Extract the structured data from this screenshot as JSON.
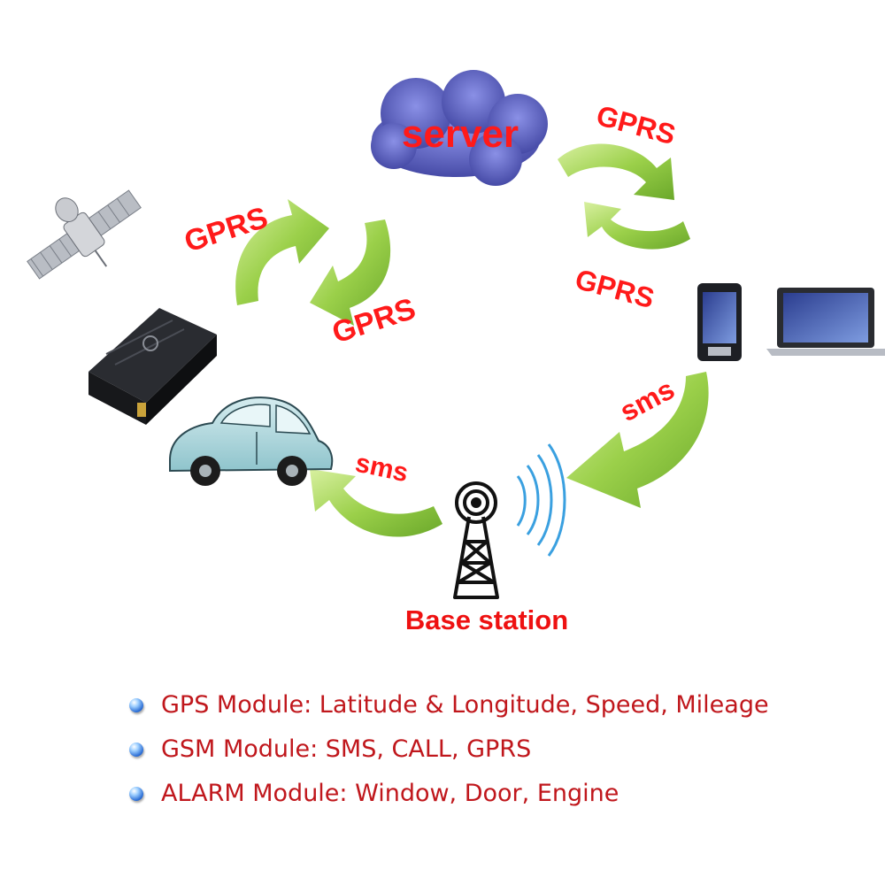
{
  "diagram": {
    "server_label": "server",
    "base_station_label": "Base station",
    "gprs_labels": [
      "GPRS",
      "GPRS",
      "GPRS",
      "GPRS"
    ],
    "sms_labels": [
      "sms",
      "sms"
    ],
    "icons": [
      "satellite-icon",
      "cloud-icon",
      "gps-tracker-device-icon",
      "car-icon",
      "phone-icon",
      "laptop-icon",
      "radio-tower-icon",
      "signal-waves-icon"
    ]
  },
  "features": [
    {
      "text": "GPS Module: Latitude & Longitude, Speed, Mileage"
    },
    {
      "text": "GSM Module: SMS, CALL, GPRS"
    },
    {
      "text": "ALARM Module: Window, Door, Engine"
    }
  ],
  "colors": {
    "label_red": "#ff1a1a",
    "arrow_green": "#8cc63f",
    "cloud_blue": "#5a5fc0",
    "feature_text": "#c0171c"
  }
}
